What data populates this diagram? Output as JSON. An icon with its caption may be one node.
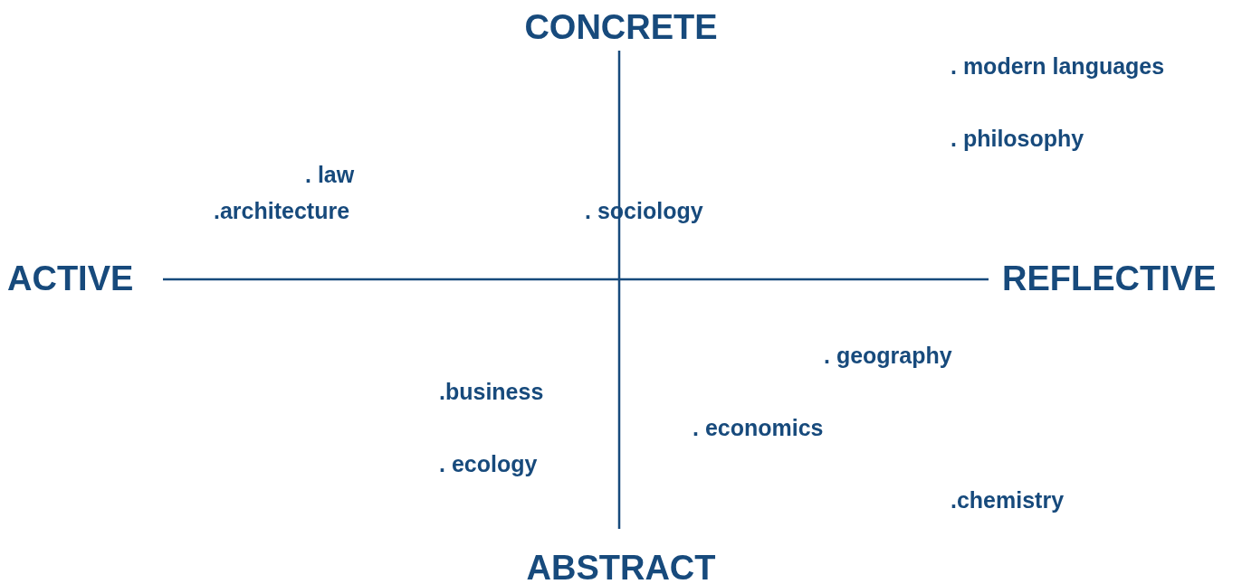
{
  "diagram": {
    "labels": [
      "CONCRETE",
      ". modern languages",
      ". philosophy",
      ". law",
      ".architecture",
      ". sociology",
      "ACTIVE",
      "REFLECTIVE",
      ". geography",
      ".business",
      ". economics",
      ". ecology",
      ".chemistry",
      "ABSTRACT"
    ]
  }
}
